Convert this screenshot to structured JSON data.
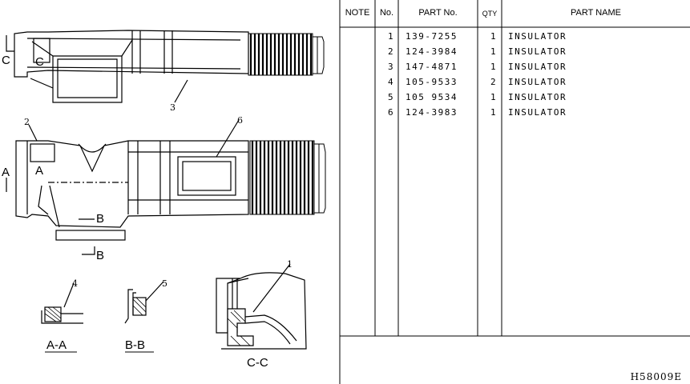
{
  "table": {
    "headers": {
      "note": "NOTE",
      "no": "No.",
      "part_no": "PART No.",
      "qty": "QTY",
      "part_name": "PART NAME"
    },
    "rows": [
      {
        "no": "1",
        "part_no": "139-7255",
        "qty": "1",
        "name": "INSULATOR"
      },
      {
        "no": "2",
        "part_no": "124-3984",
        "qty": "1",
        "name": "INSULATOR"
      },
      {
        "no": "3",
        "part_no": "147-4871",
        "qty": "1",
        "name": "INSULATOR"
      },
      {
        "no": "4",
        "part_no": "105-9533",
        "qty": "2",
        "name": "INSULATOR"
      },
      {
        "no": "5",
        "part_no": "105 9534",
        "qty": "1",
        "name": "INSULATOR"
      },
      {
        "no": "6",
        "part_no": "124-3983",
        "qty": "1",
        "name": "INSULATOR"
      }
    ]
  },
  "drawing": {
    "callouts": [
      "1",
      "2",
      "3",
      "4",
      "5",
      "6"
    ],
    "section_markers": {
      "c": "C",
      "a": "A",
      "b": "B"
    },
    "section_views": {
      "aa": "A-A",
      "bb": "B-B",
      "cc": "C-C"
    }
  },
  "diagram_code": "H58009E"
}
